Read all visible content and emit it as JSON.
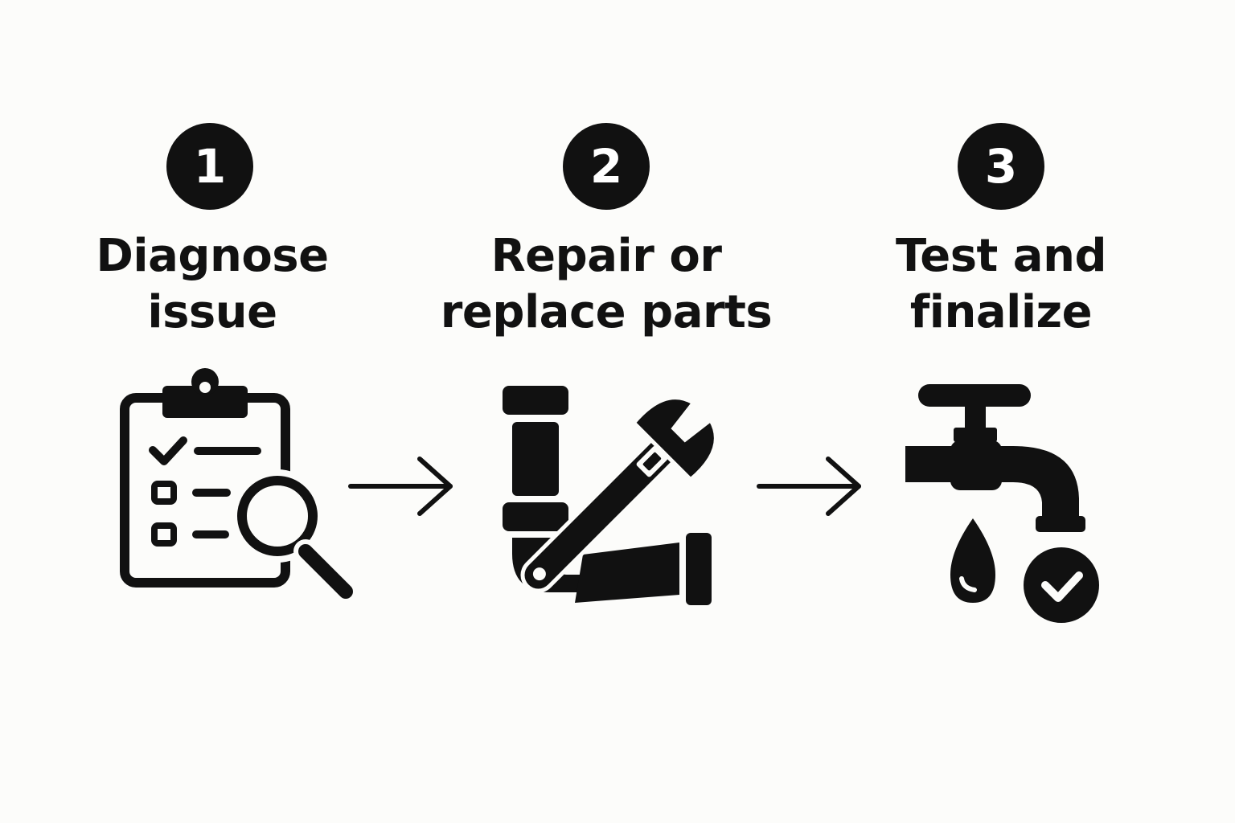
{
  "steps": [
    {
      "number": "1",
      "title_line1": "Diagnose",
      "title_line2": "issue",
      "icon": "clipboard-search-icon"
    },
    {
      "number": "2",
      "title_line1": "Repair or",
      "title_line2": "replace parts",
      "icon": "pipe-wrench-icon"
    },
    {
      "number": "3",
      "title_line1": "Test and",
      "title_line2": "finalize",
      "icon": "faucet-check-icon"
    }
  ],
  "arrows": [
    "arrow-right-icon",
    "arrow-right-icon"
  ],
  "colors": {
    "ink": "#111111",
    "background": "#fcfcfa"
  }
}
